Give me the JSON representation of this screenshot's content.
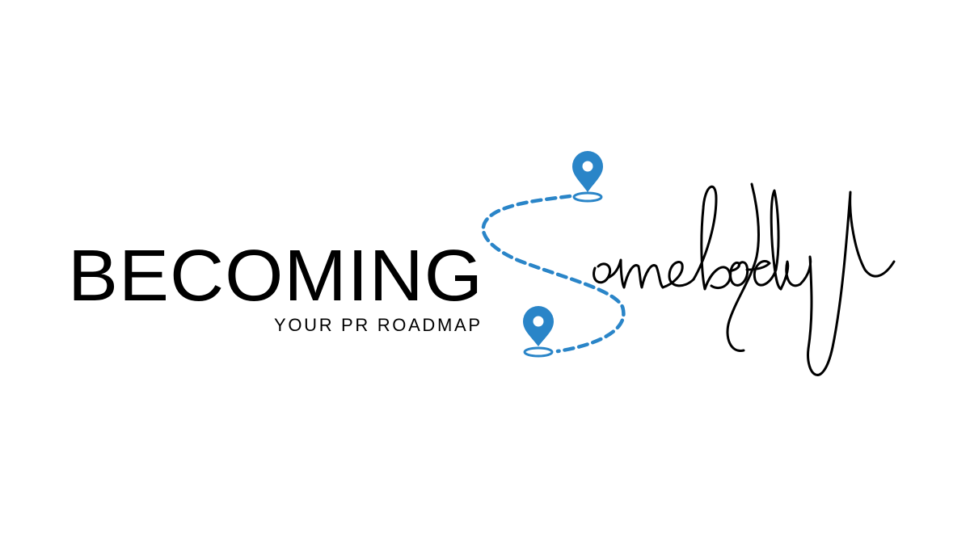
{
  "logo": {
    "word_primary": "BECOMING",
    "word_script": "Somebody",
    "tagline": "YOUR PR ROADMAP"
  },
  "colors": {
    "text": "#000000",
    "accent": "#2a85c8",
    "background": "#ffffff"
  },
  "icons": [
    "map-pin-icon",
    "map-pin-icon"
  ]
}
